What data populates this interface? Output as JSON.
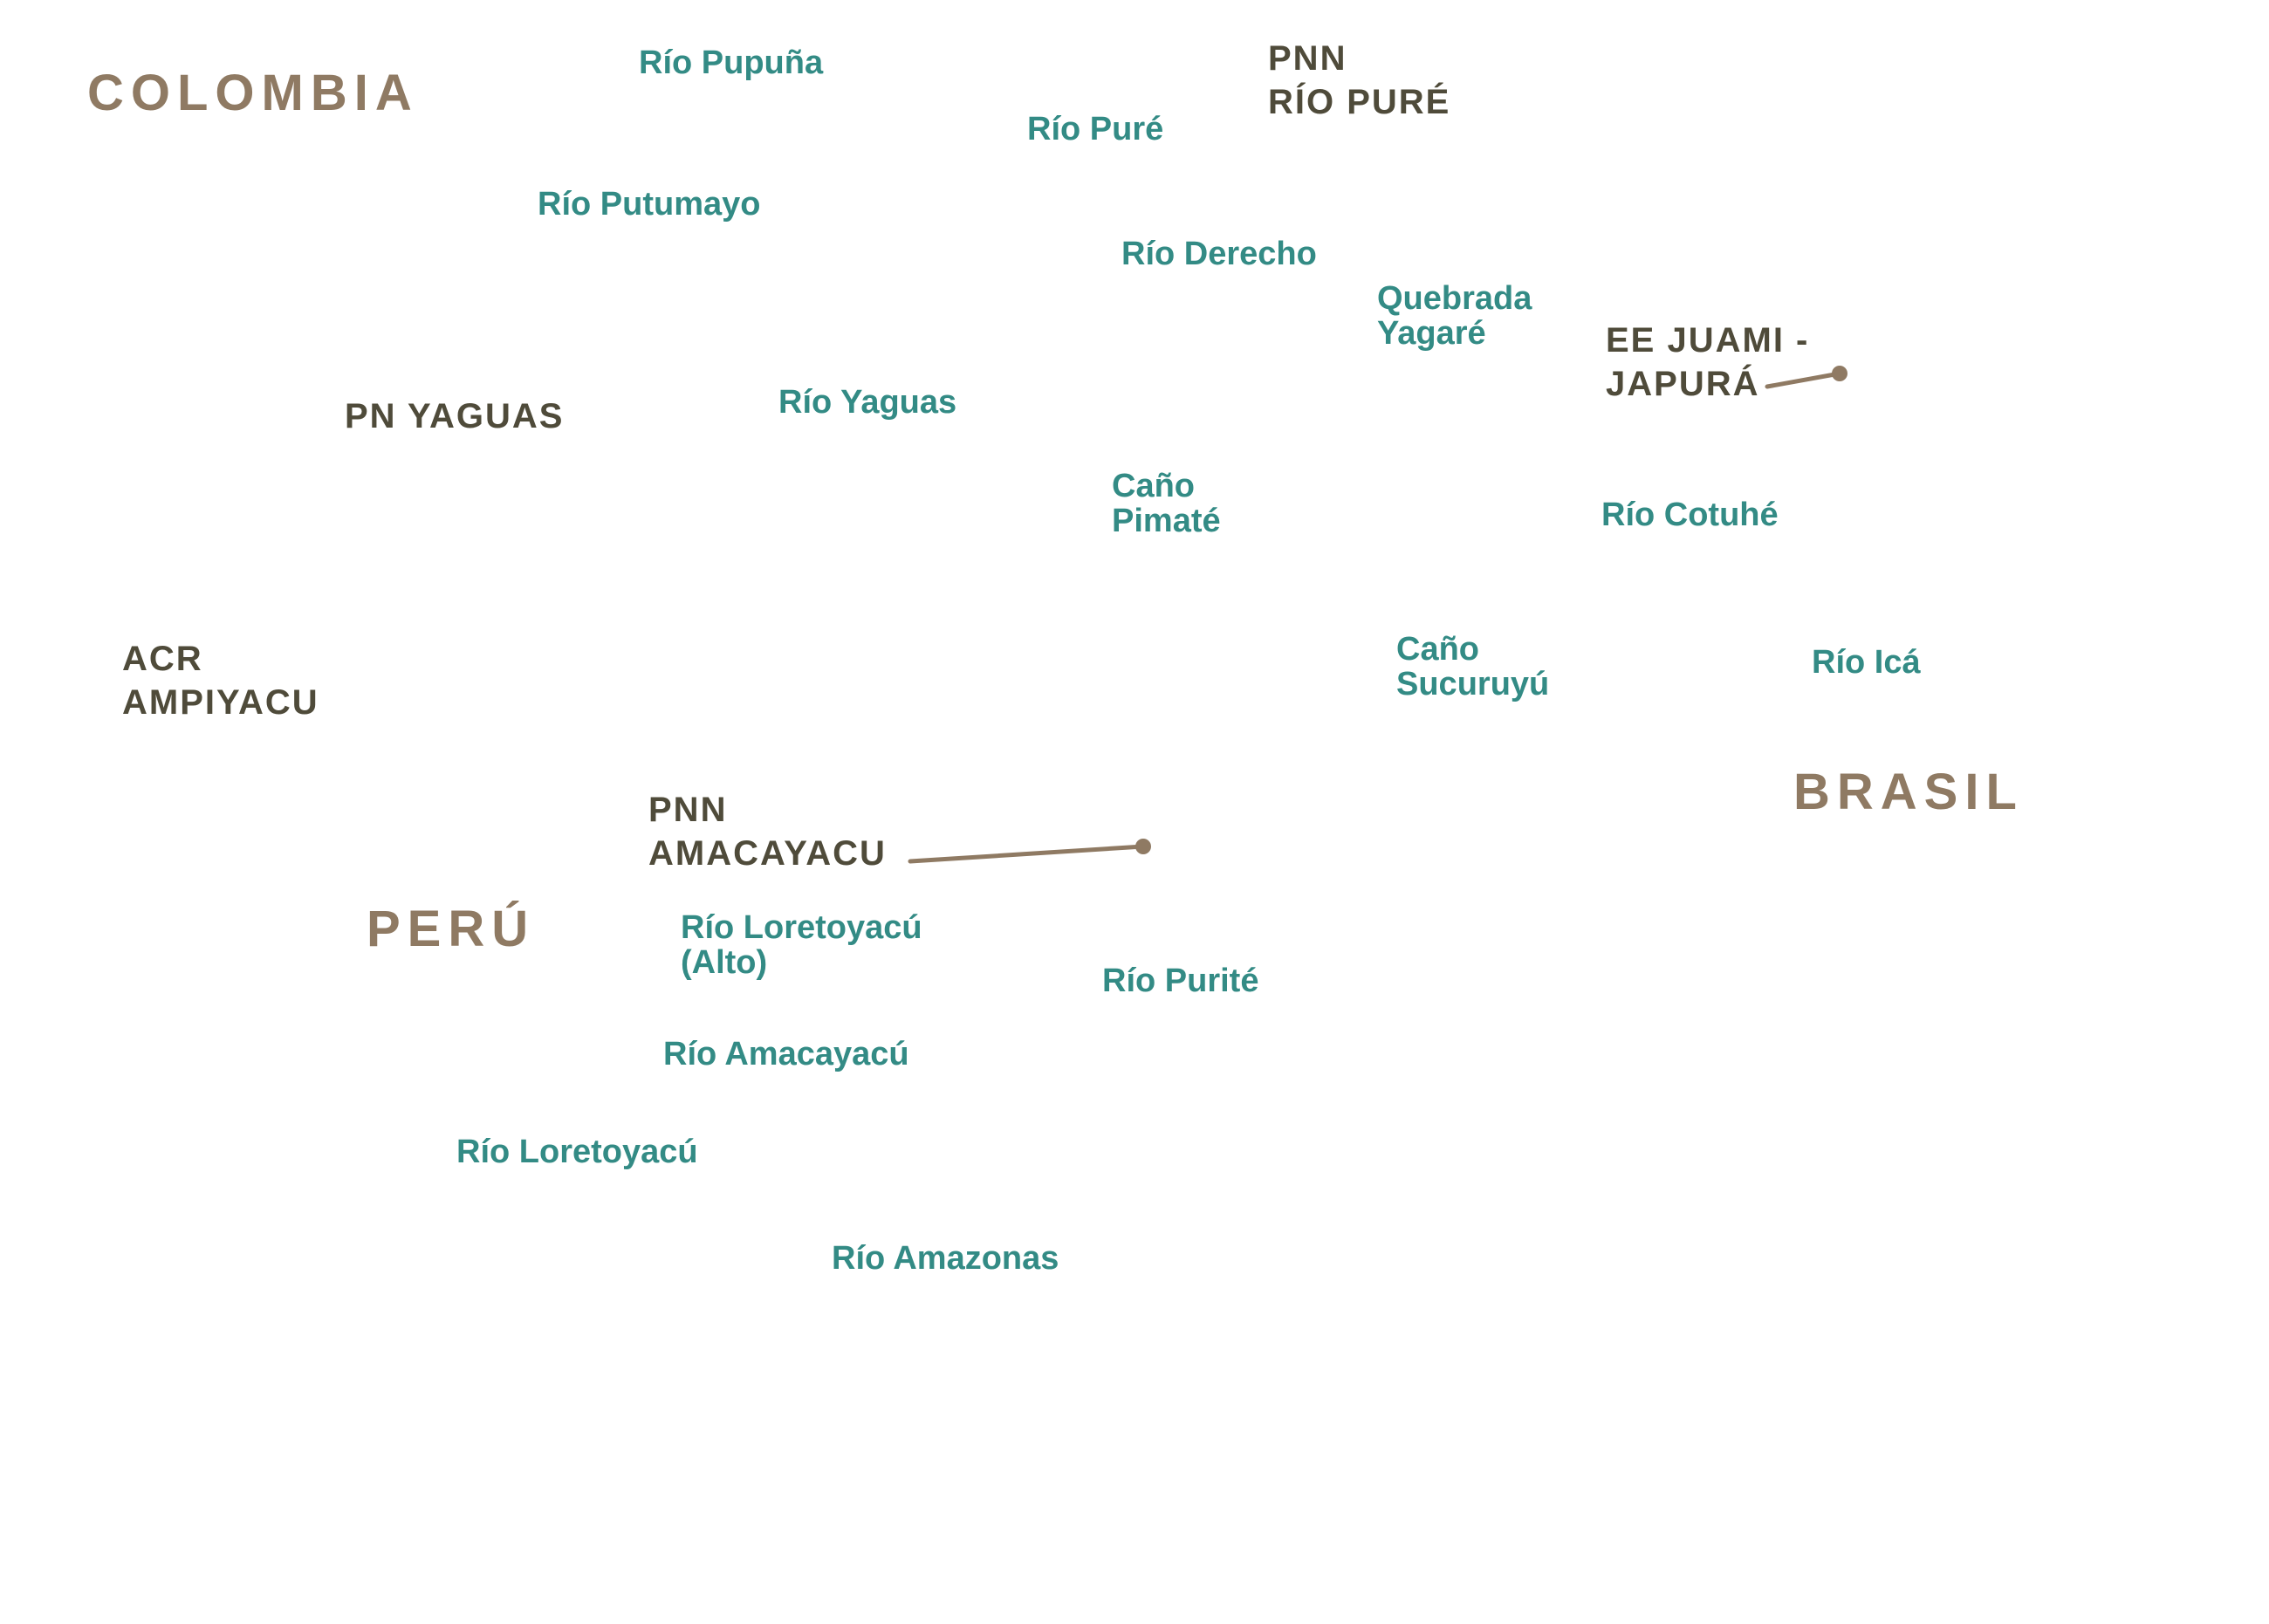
{
  "countries": {
    "colombia": "COLOMBIA",
    "brasil": "BRASIL",
    "peru": "PERÚ"
  },
  "protected_areas": {
    "pnn_rio_pure": {
      "line1": "PNN",
      "line2": "RÍO PURÉ"
    },
    "ee_juami_japura": {
      "line1": "EE JUAMI -",
      "line2": "JAPURÁ"
    },
    "pn_yaguas": "PN YAGUAS",
    "acr_ampiyacu": {
      "line1": "ACR",
      "line2": "AMPIYACU"
    },
    "pnn_amacayacu": {
      "line1": "PNN",
      "line2": "AMACAYACU"
    }
  },
  "rivers": {
    "pupuna": "Río Pupuña",
    "pure": "Río Puré",
    "putumayo": "Río Putumayo",
    "derecho": "Río Derecho",
    "quebrada_yagare": {
      "line1": "Quebrada",
      "line2": "Yagaré"
    },
    "yaguas": "Río Yaguas",
    "cano_pimate": {
      "line1": "Caño",
      "line2": "Pimaté"
    },
    "cotuhe": "Río Cotuhé",
    "cano_sucuruyu": {
      "line1": "Caño",
      "line2": "Sucuruyú"
    },
    "ica": "Río Icá",
    "loretoyacu_alto": {
      "line1": "Río Loretoyacú",
      "line2": "(Alto)"
    },
    "purite": "Río Purité",
    "amacayacu": "Río Amacayacú",
    "loretoyacu": "Río Loretoyacú",
    "amazonas": "Río Amazonas"
  },
  "colors": {
    "river_label": "#338b85",
    "protected_area_label": "#4f4b3a",
    "country_label": "#8f7a63",
    "leader_line": "#8f7a63"
  }
}
